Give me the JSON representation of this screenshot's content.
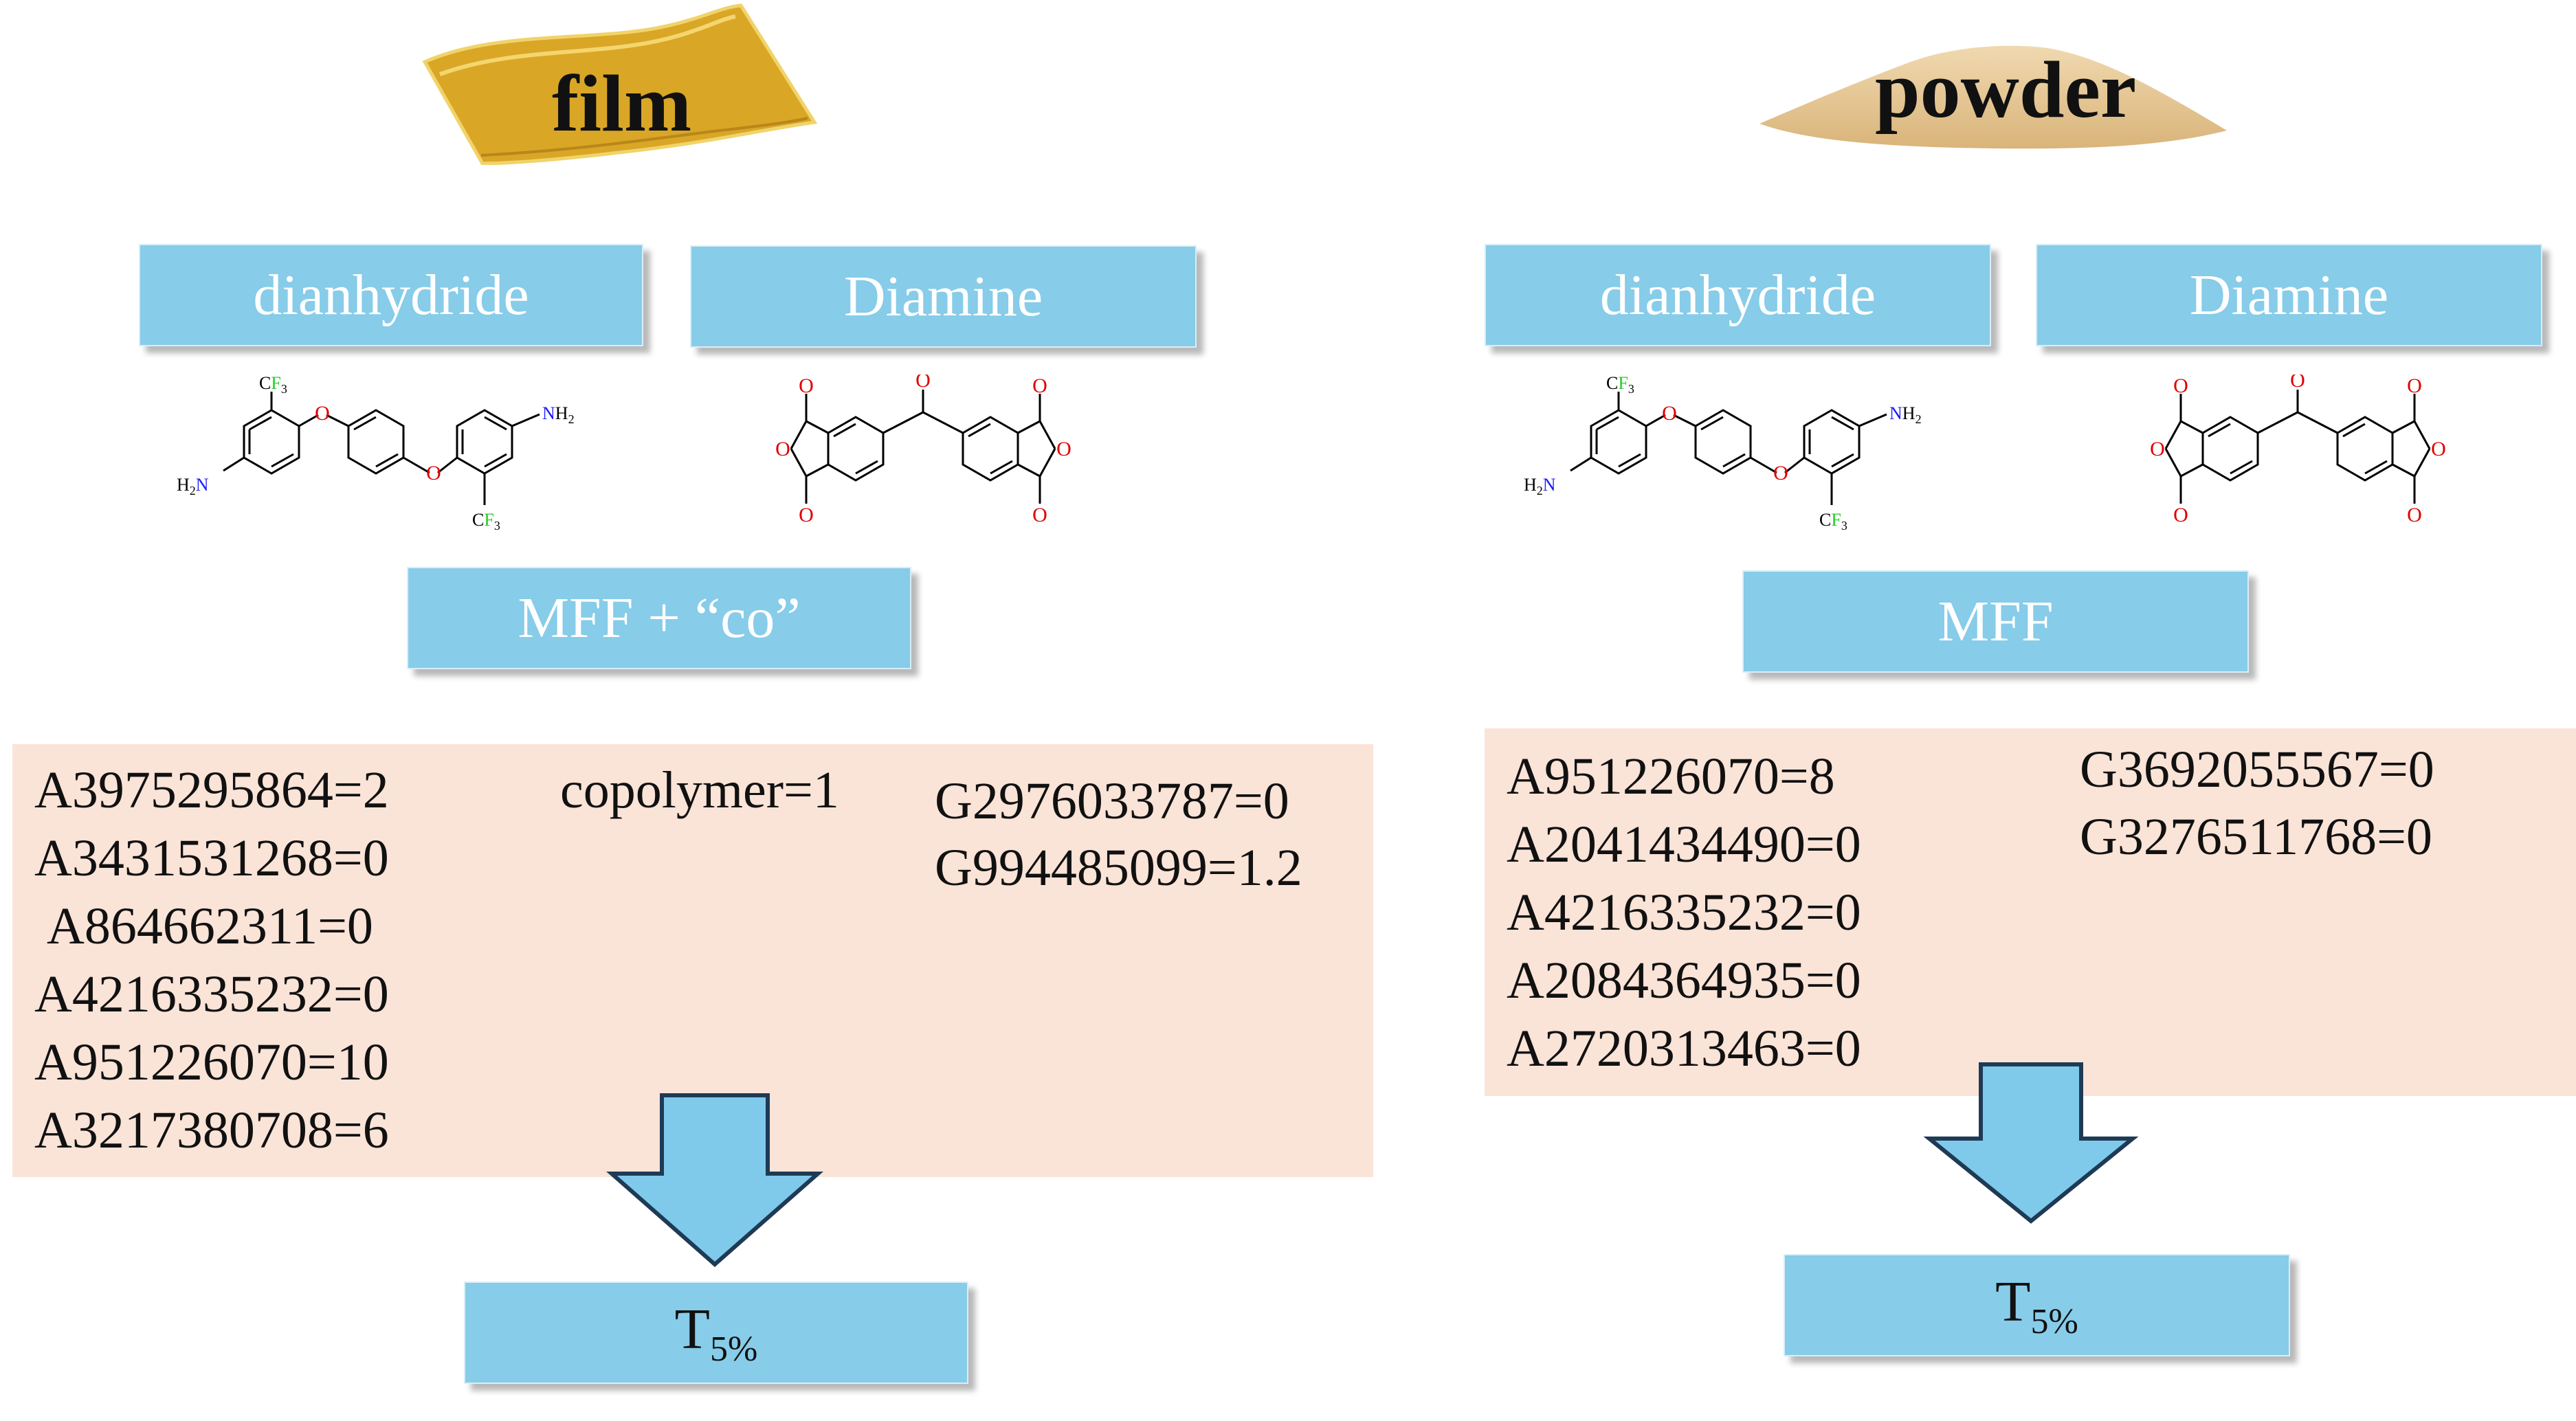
{
  "left": {
    "title": "film",
    "dianhydride_label": "dianhydride",
    "diamine_label": "Diamine",
    "model_label": "MFF + “co”",
    "features_col1": [
      "A3975295864=2",
      "A3431531268=0",
      "A864662311=0",
      "A4216335232=0",
      "A951226070=10",
      "A3217380708=6"
    ],
    "feature_mid": "copolymer=1",
    "features_col3": [
      "G2976033787=0",
      "G994485099=1.2"
    ],
    "target": "T",
    "target_sub": "5%"
  },
  "right": {
    "title": "powder",
    "dianhydride_label": "dianhydride",
    "diamine_label": "Diamine",
    "model_label": "MFF",
    "features_col1": [
      "A951226070=8",
      "A2041434490=0",
      "A4216335232=0",
      "A2084364935=0",
      "A2720313463=0"
    ],
    "features_col2": [
      "G3692055567=0",
      "G3276511768=0"
    ],
    "target": "T",
    "target_sub": "5%"
  },
  "molecule_labels": {
    "cf3": "CF",
    "cf3_sub": "3",
    "nh2": "NH",
    "nh2_sub": "2",
    "h2n": "H",
    "h2n_sub": "2",
    "h2n_n": "N",
    "o": "O"
  },
  "colors": {
    "box_fill": "#87cce9",
    "peach_panel": "#fae3d7",
    "arrow_fill": "#7fcaea",
    "film_gold": "#d9a626",
    "powder_sand": "#e3c18f",
    "oxygen_red": "#e00000",
    "nitrogen_blue": "#1a1aff",
    "fluorine_green": "#22cc22"
  }
}
